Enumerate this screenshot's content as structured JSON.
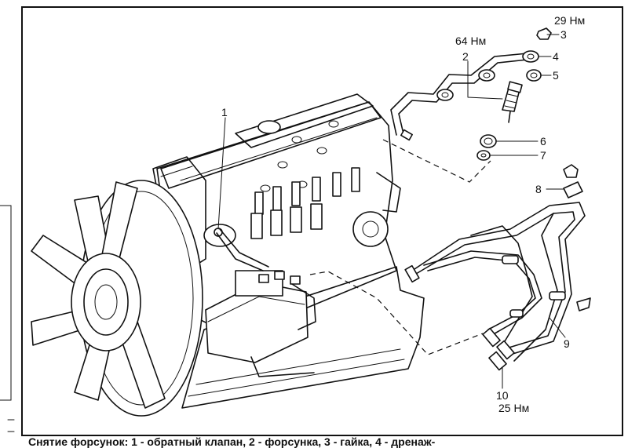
{
  "callouts": [
    {
      "id": "1",
      "label": "1"
    },
    {
      "id": "2",
      "label": "2"
    },
    {
      "id": "3",
      "label": "3"
    },
    {
      "id": "4",
      "label": "4"
    },
    {
      "id": "5",
      "label": "5"
    },
    {
      "id": "6",
      "label": "6"
    },
    {
      "id": "7",
      "label": "7"
    },
    {
      "id": "8",
      "label": "8"
    },
    {
      "id": "9",
      "label": "9"
    },
    {
      "id": "10",
      "label": "10"
    }
  ],
  "torques": {
    "nut": "29 Нм",
    "injector": "64 Нм",
    "pipes": "25 Нм"
  },
  "caption": "Снятие форсунок: 1 - обратный клапан, 2 - форсунка, 3 - гайка, 4 - дренаж-"
}
